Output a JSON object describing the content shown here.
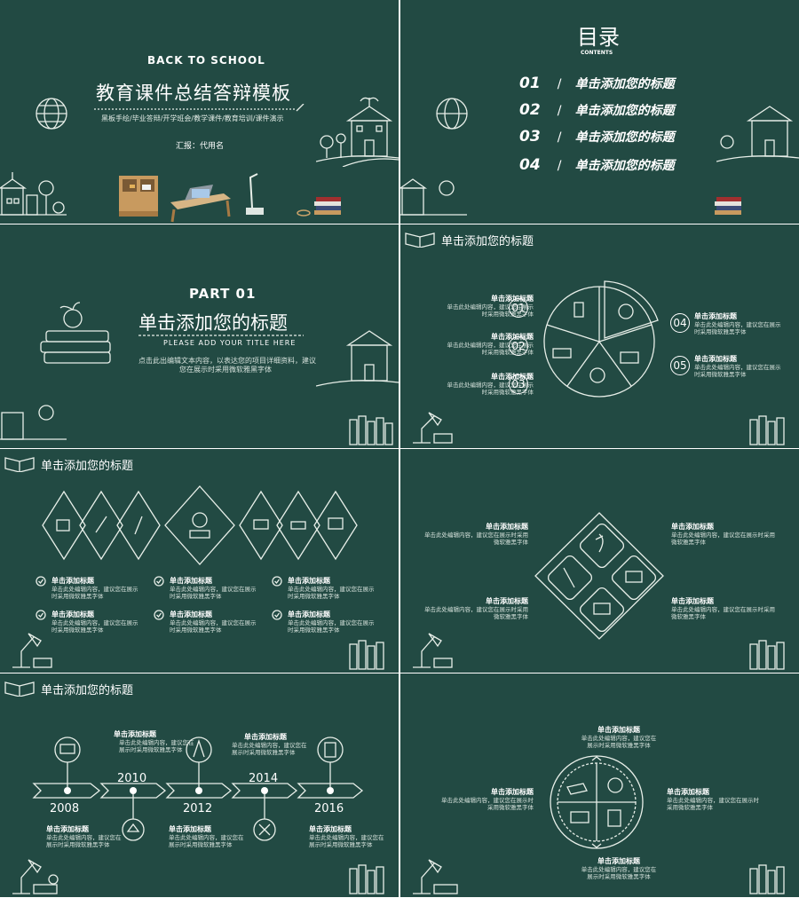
{
  "cover": {
    "kicker": "BACK TO SCHOOL",
    "title": "教育课件总结答辩模板",
    "subtitle": "黑板手绘/毕业答辩/开学班会/教学课件/教育培训/课件演示",
    "reporter": "汇报：代用名"
  },
  "toc": {
    "title": "目录",
    "subtitle": "CONTENTS",
    "items": [
      {
        "num": "01",
        "label": "单击添加您的标题"
      },
      {
        "num": "02",
        "label": "单击添加您的标题"
      },
      {
        "num": "03",
        "label": "单击添加您的标题"
      },
      {
        "num": "04",
        "label": "单击添加您的标题"
      }
    ]
  },
  "part": {
    "label": "PART  01",
    "title": "单击添加您的标题",
    "en": "PLEASE ADD YOUR TITLE HERE",
    "desc1": "点击此出编辑文本内容，以表达您的项目详细资料，建议",
    "desc2": "您在展示时采用微软雅黑字体"
  },
  "slide_title": "单击添加您的标题",
  "pie": {
    "left": [
      {
        "num": "01",
        "title": "单击添加标题",
        "l1": "单击此处编辑内容，建议您在展示",
        "l2": "时采用微软雅黑字体"
      },
      {
        "num": "02",
        "title": "单击添加标题",
        "l1": "单击此处编辑内容，建议您在展示",
        "l2": "时采用微软雅黑字体"
      },
      {
        "num": "03",
        "title": "单击添加标题",
        "l1": "单击此处编辑内容，建议您在展示",
        "l2": "时采用微软雅黑字体"
      }
    ],
    "right": [
      {
        "num": "04",
        "title": "单击添加标题",
        "l1": "单击此处编辑内容，建议您在展示",
        "l2": "时采用微软雅黑字体"
      },
      {
        "num": "05",
        "title": "单击添加标题",
        "l1": "单击此处编辑内容，建议您在展示",
        "l2": "时采用微软雅黑字体"
      }
    ]
  },
  "diamonds": {
    "items": [
      {
        "title": "单击添加标题",
        "l1": "单击此处编辑内容，建议您在展示",
        "l2": "时采用微软雅黑字体"
      },
      {
        "title": "单击添加标题",
        "l1": "单击此处编辑内容，建议您在展示",
        "l2": "时采用微软雅黑字体"
      },
      {
        "title": "单击添加标题",
        "l1": "单击此处编辑内容，建议您在展示",
        "l2": "时采用微软雅黑字体"
      },
      {
        "title": "单击添加标题",
        "l1": "单击此处编辑内容，建议您在展示",
        "l2": "时采用微软雅黑字体"
      },
      {
        "title": "单击添加标题",
        "l1": "单击此处编辑内容，建议您在展示",
        "l2": "时采用微软雅黑字体"
      },
      {
        "title": "单击添加标题",
        "l1": "单击此处编辑内容，建议您在展示",
        "l2": "时采用微软雅黑字体"
      }
    ]
  },
  "quad": {
    "items": [
      {
        "title": "单击添加标题",
        "l1": "单击此处编辑内容，建议您在展示时采用",
        "l2": "微软雅黑字体"
      },
      {
        "title": "单击添加标题",
        "l1": "单击此处编辑内容，建议您在展示时采用",
        "l2": "微软雅黑字体"
      },
      {
        "title": "单击添加标题",
        "l1": "单击此处编辑内容，建议您在展示时采用",
        "l2": "微软雅黑字体"
      },
      {
        "title": "单击添加标题",
        "l1": "单击此处编辑内容，建议您在展示时采用",
        "l2": "微软雅黑字体"
      }
    ]
  },
  "timeline": {
    "years": [
      "2008",
      "2010",
      "2012",
      "2014",
      "2016"
    ],
    "items": [
      {
        "title": "单击添加标题",
        "l1": "单击此处编辑内容，建议您在",
        "l2": "展示时采用微软雅黑字体"
      },
      {
        "title": "单击添加标题",
        "l1": "单击此处编辑内容，建议您在",
        "l2": "展示时采用微软雅黑字体"
      },
      {
        "title": "单击添加标题",
        "l1": "单击此处编辑内容，建议您在",
        "l2": "展示时采用微软雅黑字体"
      },
      {
        "title": "单击添加标题",
        "l1": "单击此处编辑内容，建议您在",
        "l2": "展示时采用微软雅黑字体"
      },
      {
        "title": "单击添加标题",
        "l1": "单击此处编辑内容，建议您在",
        "l2": "展示时采用微软雅黑字体"
      }
    ]
  },
  "circle": {
    "items": [
      {
        "title": "单击添加标题",
        "l1": "单击此处编辑内容，建议您在",
        "l2": "展示时采用微软雅黑字体"
      },
      {
        "title": "单击添加标题",
        "l1": "单击此处编辑内容，建议您在展示时",
        "l2": "采用微软雅黑字体"
      },
      {
        "title": "单击添加标题",
        "l1": "单击此处编辑内容，建议您在展示时",
        "l2": "采用微软雅黑字体"
      },
      {
        "title": "单击添加标题",
        "l1": "单击此处编辑内容，建议您在",
        "l2": "展示时采用微软雅黑字体"
      }
    ]
  },
  "colors": {
    "background": "#224a43",
    "chalk": "#e8efe9"
  }
}
